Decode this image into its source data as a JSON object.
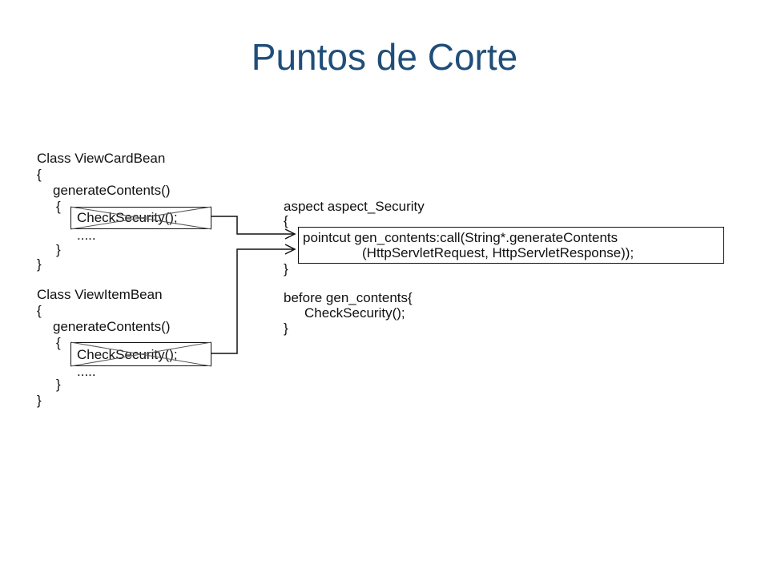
{
  "slide": {
    "title": "Puntos de Corte"
  },
  "left_code": {
    "class1": "Class ViewCardBean",
    "open1": "{",
    "method1": "generateContents()",
    "open1b": "{",
    "call1": "CheckSecurity();",
    "dots1": ".....",
    "close1b": "}",
    "close1": "}",
    "class2": "Class ViewItemBean",
    "open2": "{",
    "method2": "generateContents()",
    "open2b": "{",
    "call2": "CheckSecurity();",
    "dots2": ".....",
    "close2b": "}",
    "close2": "}"
  },
  "aspect_code": {
    "header": "aspect aspect_Security",
    "open": "{",
    "pointcut_line1": "pointcut gen_contents:call(String*.generateContents",
    "pointcut_line2": "(HttpServletRequest, HttpServletResponse));",
    "close": "}",
    "before": "before gen_contents{",
    "advice_call": "CheckSecurity();",
    "advice_close": "}"
  }
}
